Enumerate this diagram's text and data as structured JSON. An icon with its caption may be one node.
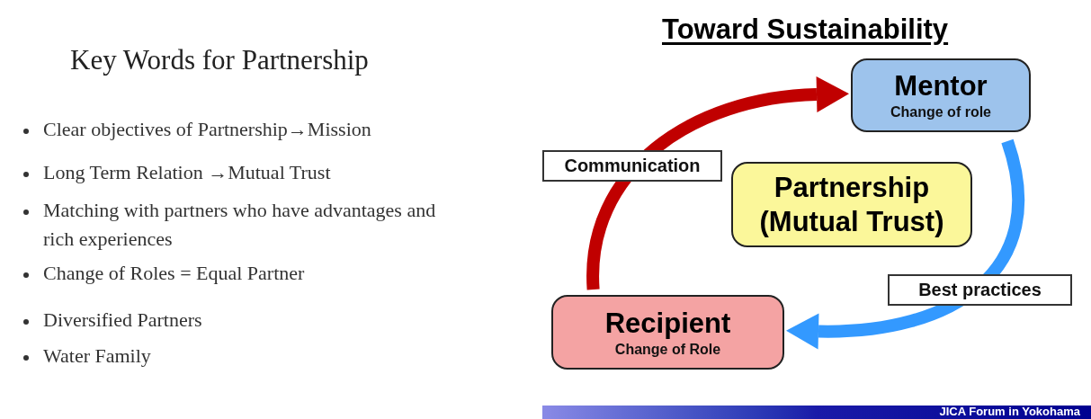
{
  "diagram": {
    "title": "Toward Sustainability",
    "nodes": [
      {
        "text": [
          "Mentor",
          "Change of role"
        ]
      },
      {
        "text": [
          "Partnership (Mutual Trust)"
        ]
      },
      {
        "text": [
          "Recipient",
          "Change of Role"
        ]
      }
    ],
    "edges": [
      {
        "from": 2,
        "to": 0,
        "arrow": "to",
        "label": "Communication",
        "color": "#c00000"
      },
      {
        "from": 0,
        "to": 2,
        "arrow": "to",
        "label": "Best practices",
        "color": "#3399ff"
      }
    ],
    "labels": [
      "Key Words for Partnership",
      "Clear objectives of Partnership→Mission",
      "Long Term Relation →Mutual Trust",
      "Matching with partners who have advantages and rich experiences",
      "Change of Roles = Equal Partner",
      "Diversified Partners",
      "Water Family",
      "JICA Forum in Yokohama"
    ]
  }
}
